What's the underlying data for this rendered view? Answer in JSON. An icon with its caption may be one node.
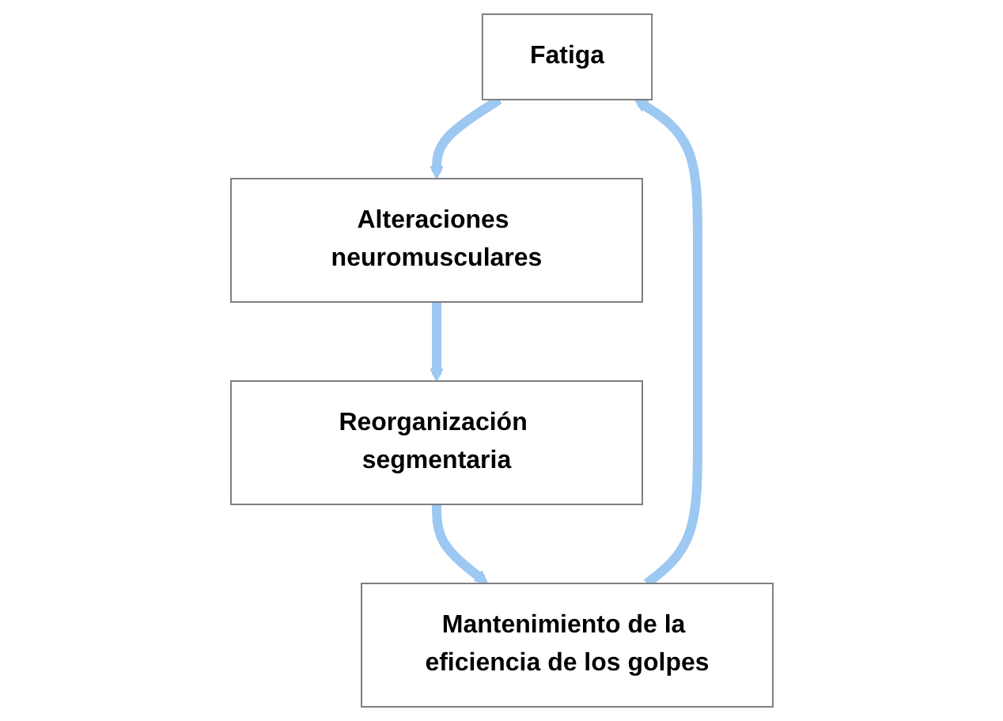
{
  "diagram": {
    "nodes": [
      {
        "text": [
          "Fatiga"
        ]
      },
      {
        "text": [
          "Alteraciones neuromusculares"
        ]
      },
      {
        "text": [
          "Reorganización segmentaria"
        ]
      },
      {
        "text": [
          "Mantenimiento de la eficiencia de los golpes"
        ]
      }
    ],
    "edges": [
      {
        "from": 0,
        "to": 1,
        "arrow": "to"
      },
      {
        "from": 1,
        "to": 2,
        "arrow": "to"
      },
      {
        "from": 2,
        "to": 3,
        "arrow": "to"
      },
      {
        "from": 3,
        "to": 0,
        "arrow": "to"
      }
    ]
  }
}
